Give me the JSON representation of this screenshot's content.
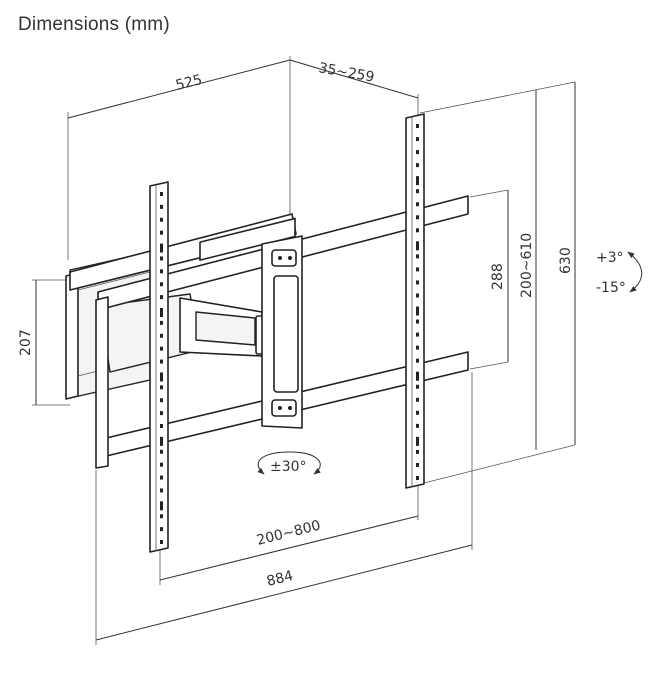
{
  "title": "Dimensions (mm)",
  "dimensions": {
    "depth_total": "525",
    "depth_range": "35~259",
    "height_outer": "630",
    "height_vesa": "200~610",
    "height_plate": "288",
    "height_wall": "207",
    "width_vesa": "200~800",
    "width_total": "884"
  },
  "adjustments": {
    "tilt_up": "+3°",
    "tilt_down": "-15°",
    "swivel": "±30°"
  }
}
